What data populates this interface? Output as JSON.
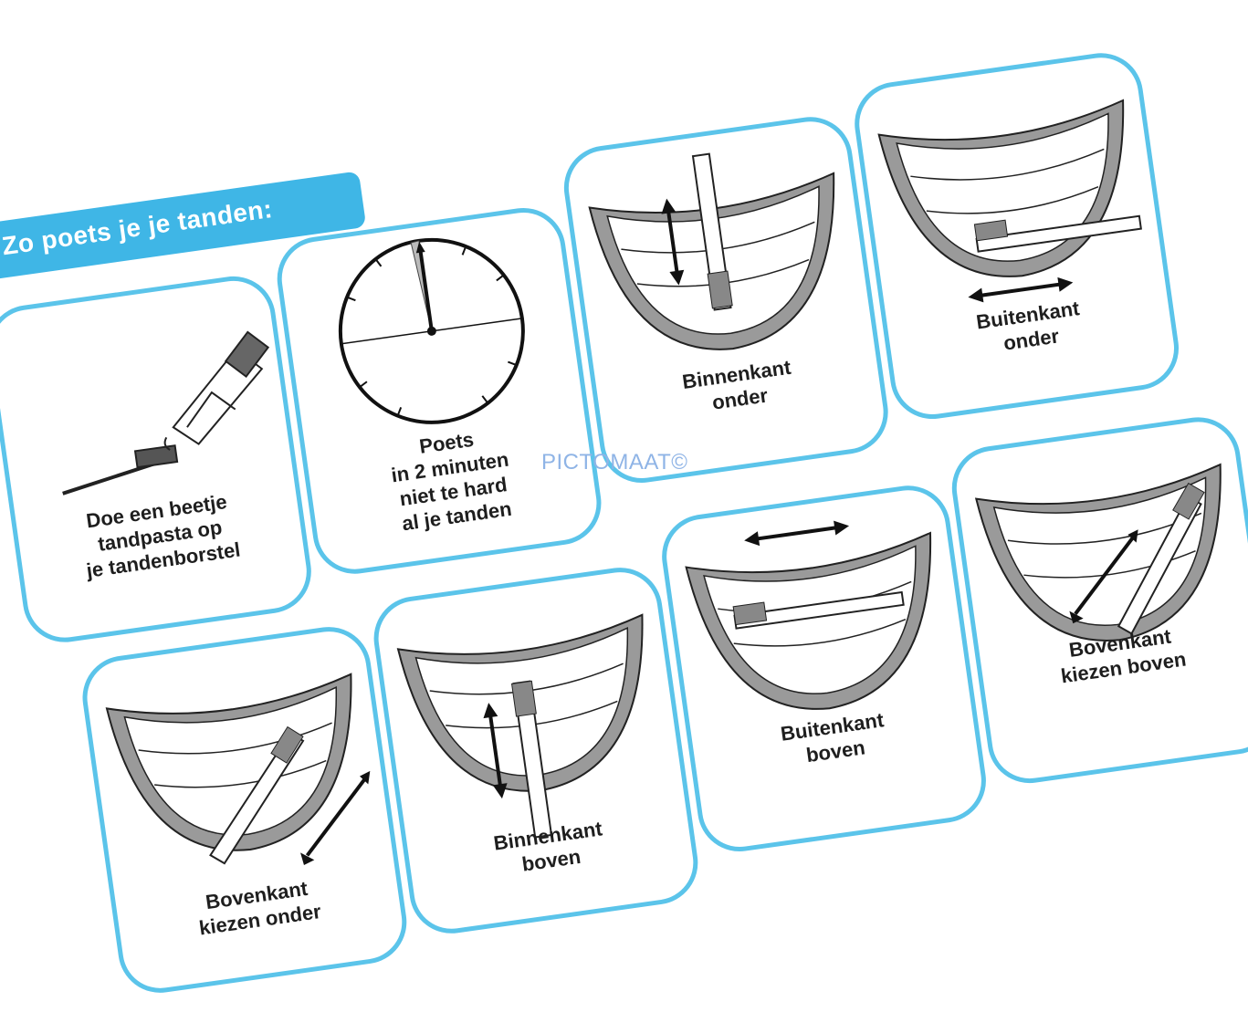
{
  "banner": {
    "title": "Zo poets je je tanden:"
  },
  "watermark": "PICTOMAAT©",
  "cards": [
    {
      "icon": "toothpaste-tube-icon",
      "lines": [
        "Doe een beetje",
        "tandpasta op",
        "je tandenborstel"
      ]
    },
    {
      "icon": "clock-icon",
      "lines": [
        "Poets",
        "in 2 minuten",
        "niet te hard",
        "al je tanden"
      ]
    },
    {
      "icon": "mouth-brush-inside-lower-icon",
      "lines": [
        "Binnenkant",
        "onder"
      ]
    },
    {
      "icon": "mouth-brush-outside-lower-icon",
      "lines": [
        "Buitenkant",
        "onder"
      ]
    },
    {
      "icon": "mouth-brush-chewing-lower-icon",
      "lines": [
        "Bovenkant",
        "kiezen onder"
      ]
    },
    {
      "icon": "mouth-brush-inside-upper-icon",
      "lines": [
        "Binnenkant",
        "boven"
      ]
    },
    {
      "icon": "mouth-brush-outside-upper-icon",
      "lines": [
        "Buitenkant",
        "boven"
      ]
    },
    {
      "icon": "mouth-brush-chewing-upper-icon",
      "lines": [
        "Bovenkant",
        "kiezen boven"
      ]
    }
  ],
  "colors": {
    "accent": "#3fb6e6",
    "card_border": "#5bc4ea",
    "watermark": "#8fb4e6"
  }
}
